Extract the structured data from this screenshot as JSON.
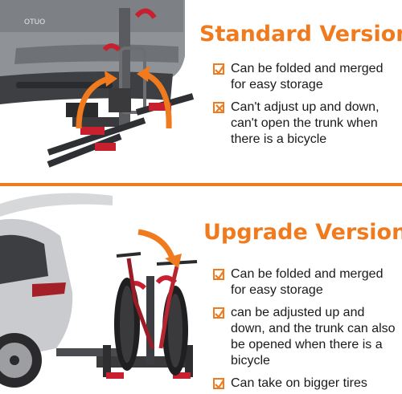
{
  "standard": {
    "heading": "Standard Version",
    "features": [
      {
        "mark": "check",
        "mark_icon": "check-icon",
        "text": "Can be folded and merged for easy storage"
      },
      {
        "mark": "cross",
        "mark_icon": "cross-icon",
        "text": "Can't adjust up and down, can't open the trunk when there is a bicycle"
      }
    ]
  },
  "upgrade": {
    "heading": "Upgrade Version",
    "features": [
      {
        "mark": "check",
        "mark_icon": "check-icon",
        "text": "Can be folded and merged for easy storage"
      },
      {
        "mark": "check",
        "mark_icon": "check-icon",
        "text": "can be adjusted up and down, and the trunk can also be opened when there is a bicycle"
      },
      {
        "mark": "check",
        "mark_icon": "check-icon",
        "text": "Can take on bigger tires"
      }
    ]
  },
  "colors": {
    "accent": "#f07b1f",
    "rack_red": "#c8202f",
    "rack_dark": "#3a3a3c",
    "car_gray": "#9a9da2",
    "text": "#1a1a1a"
  }
}
